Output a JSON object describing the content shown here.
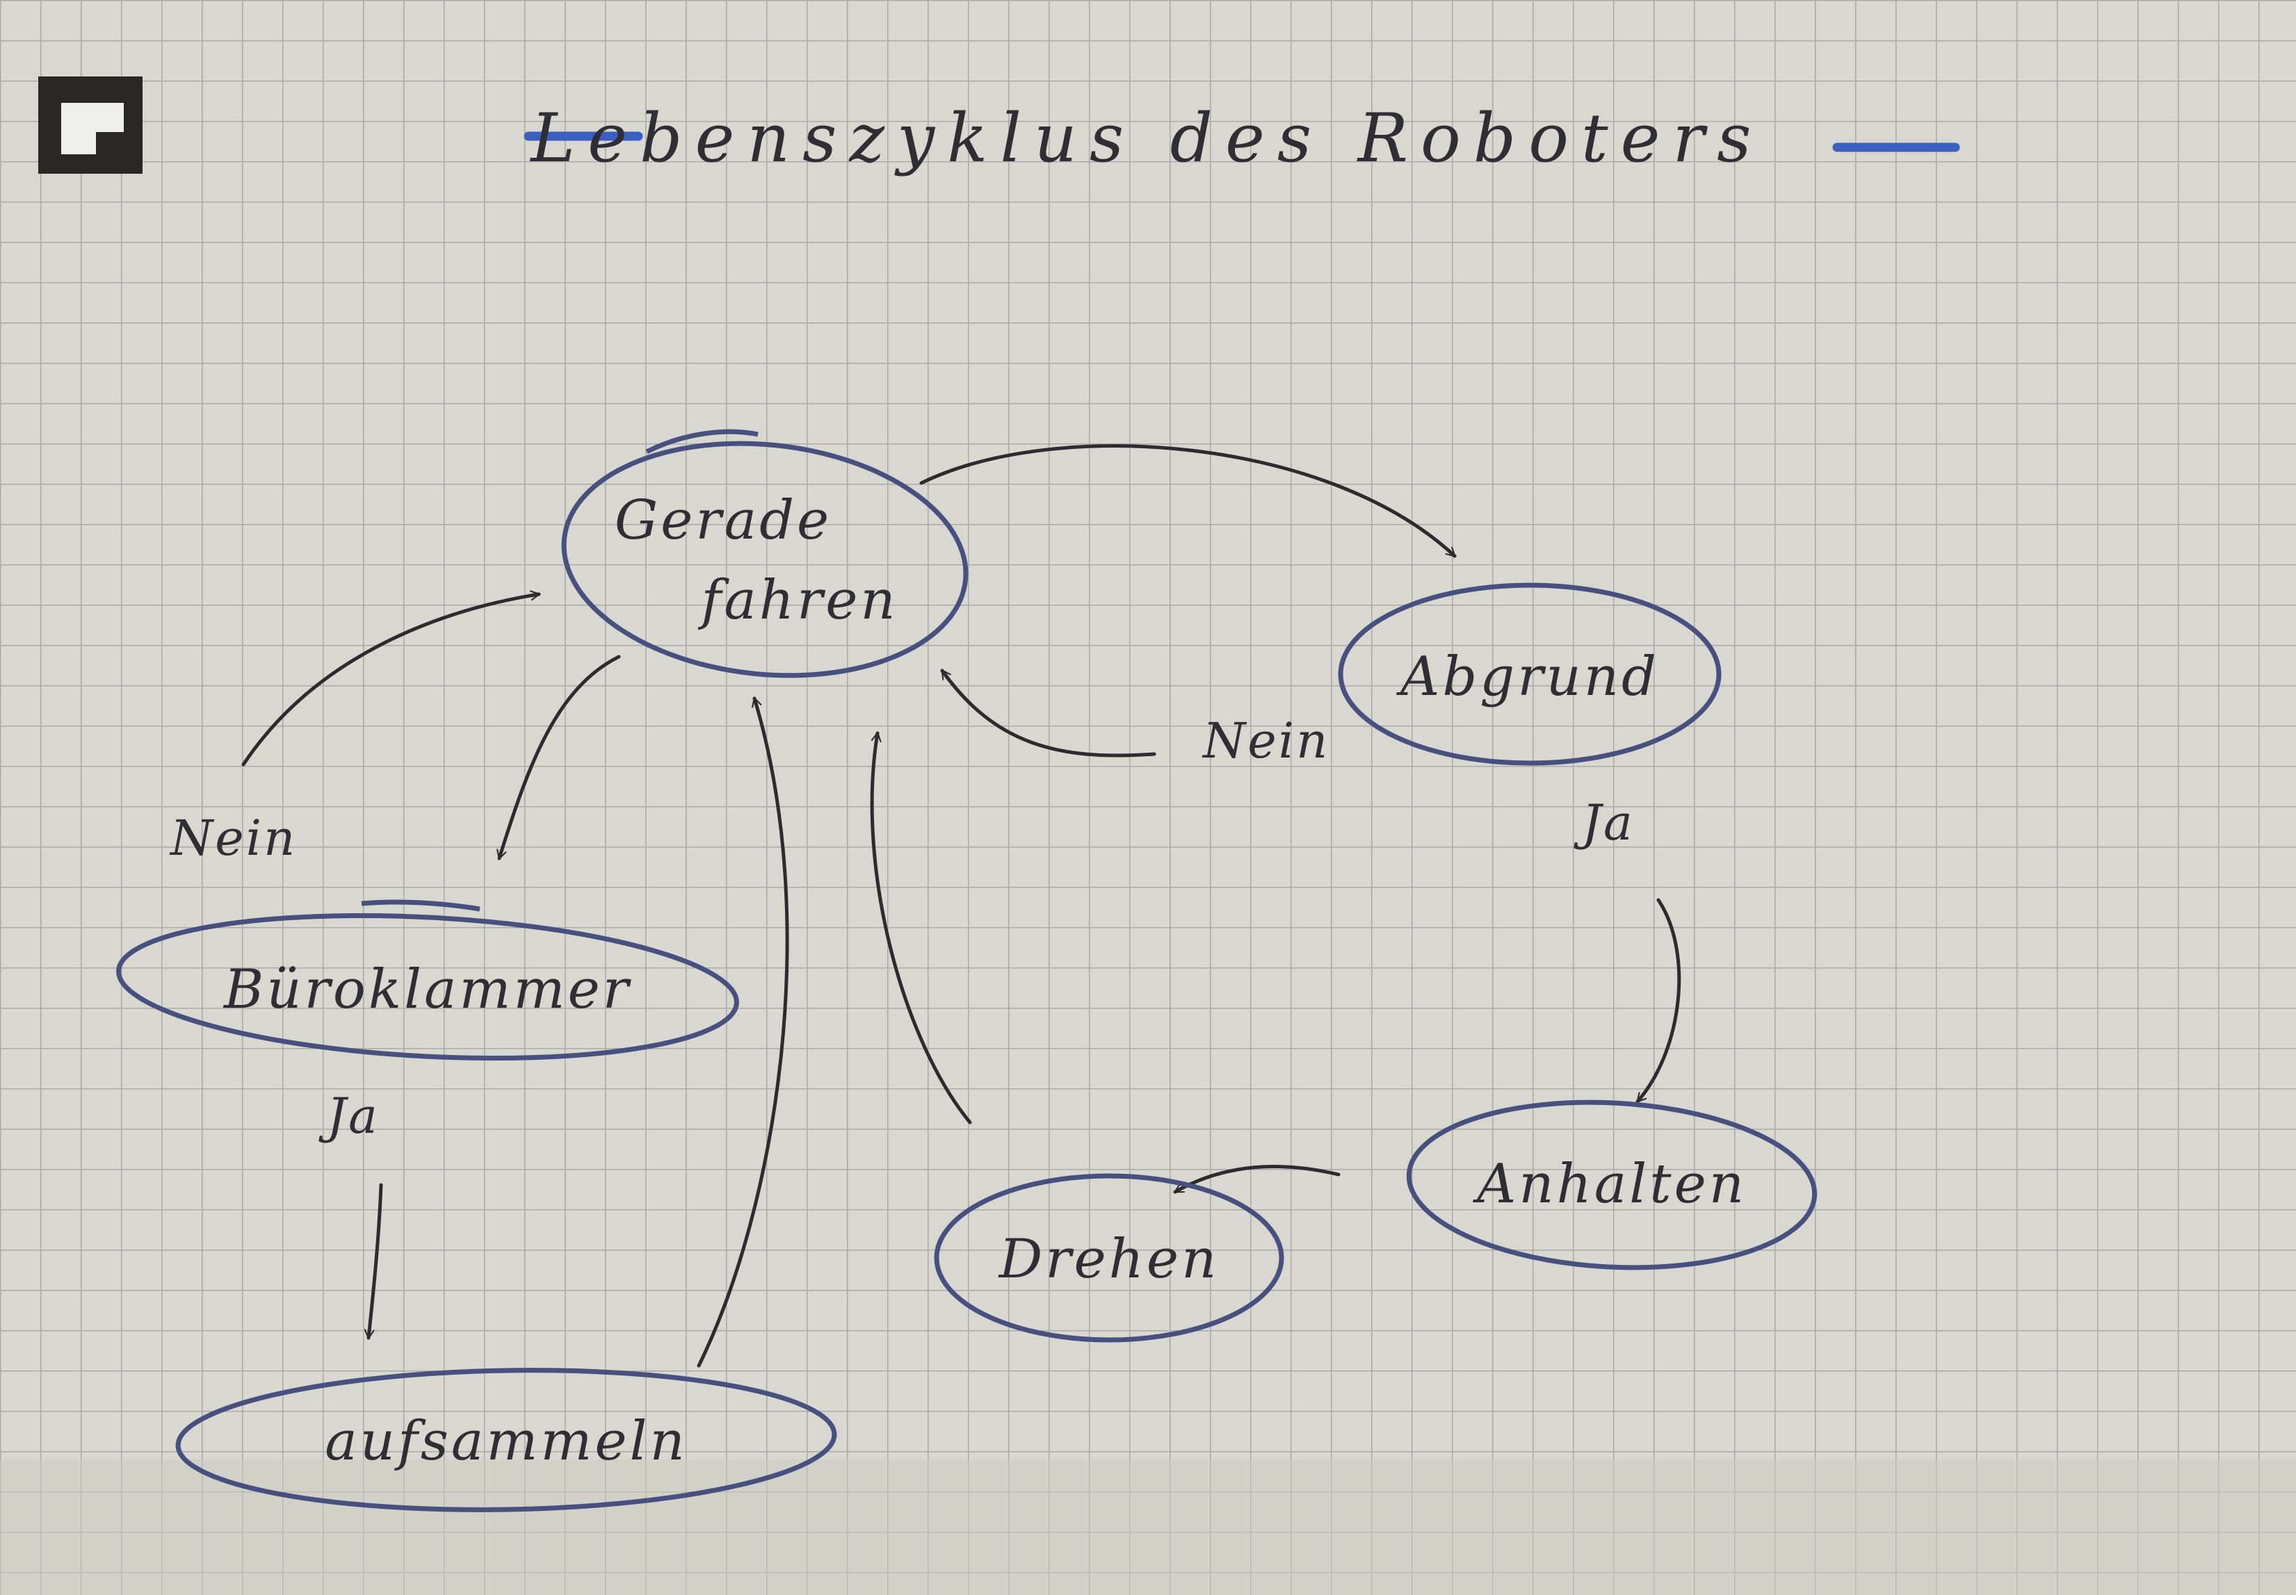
{
  "diagram": {
    "title": "Lebenszyklus des Roboters",
    "nodes": [
      {
        "id": "geradeaus",
        "lines": [
          "Gerade",
          "fahren"
        ]
      },
      {
        "id": "abgrund",
        "lines": [
          "Abgrund"
        ]
      },
      {
        "id": "buroklammer",
        "lines": [
          "Büroklammer"
        ]
      },
      {
        "id": "aufsammeln",
        "lines": [
          "aufsammeln"
        ]
      },
      {
        "id": "drehen",
        "lines": [
          "Drehen"
        ]
      },
      {
        "id": "anhalten",
        "lines": [
          "Anhalten"
        ]
      }
    ],
    "edges": [
      {
        "from": "geradeaus",
        "to": "abgrund",
        "label": ""
      },
      {
        "from": "abgrund",
        "to": "geradeaus",
        "label": "Nein"
      },
      {
        "from": "abgrund",
        "to": "anhalten",
        "label": "Ja"
      },
      {
        "from": "anhalten",
        "to": "drehen",
        "label": ""
      },
      {
        "from": "drehen",
        "to": "geradeaus",
        "label": ""
      },
      {
        "from": "geradeaus",
        "to": "buroklammer",
        "label": ""
      },
      {
        "from": "buroklammer",
        "to": "geradeaus",
        "label": "Nein"
      },
      {
        "from": "buroklammer",
        "to": "aufsammeln",
        "label": "Ja"
      },
      {
        "from": "aufsammeln",
        "to": "geradeaus",
        "label": ""
      }
    ],
    "colors": {
      "paper": "#d8d8d0",
      "grid": "#a9aaa8",
      "ink": "#2c2c30",
      "node_outline": "#47507e",
      "title_marker": "#3b5fc0"
    }
  }
}
